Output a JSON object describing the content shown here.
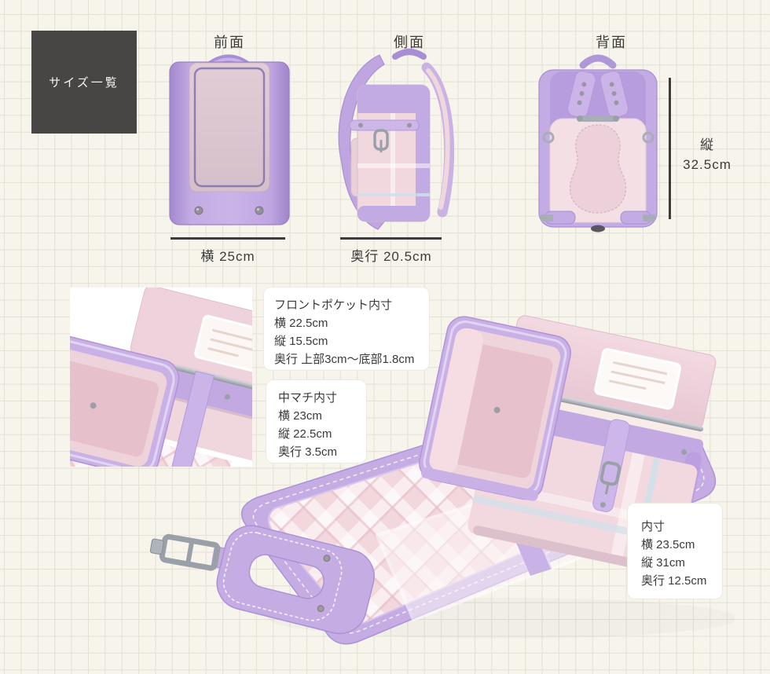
{
  "size_overview": {
    "label": "サイズ一覧"
  },
  "views": {
    "front": {
      "label": "前面",
      "measure": "横 25cm"
    },
    "side": {
      "label": "側面",
      "measure": "奥行 20.5cm"
    },
    "back": {
      "label": "背面",
      "measure_line1": "縦",
      "measure_line2": "32.5cm"
    }
  },
  "inner_dimensions": {
    "front_pocket": {
      "title": "フロントポケット内寸",
      "lines": [
        "横 22.5cm",
        "縦 15.5cm",
        "奥行 上部3cm〜底部1.8cm"
      ]
    },
    "naka_machi": {
      "title": "中マチ内寸",
      "lines": [
        "横 23cm",
        "縦 22.5cm",
        "奥行 3.5cm"
      ]
    },
    "main": {
      "title": "内寸",
      "lines": [
        "横 23.5cm",
        "縦 31cm",
        "奥行 12.5cm"
      ]
    }
  },
  "colors": {
    "page_background": "#f7f4ec",
    "grid_line": "#e3e0d6",
    "label_box_background": "#474645",
    "measure_line": "#3c3c3c",
    "leather_lavender": "#c3abe3",
    "leather_pink": "#f0d6dd",
    "metal": "#9aa0a8"
  }
}
